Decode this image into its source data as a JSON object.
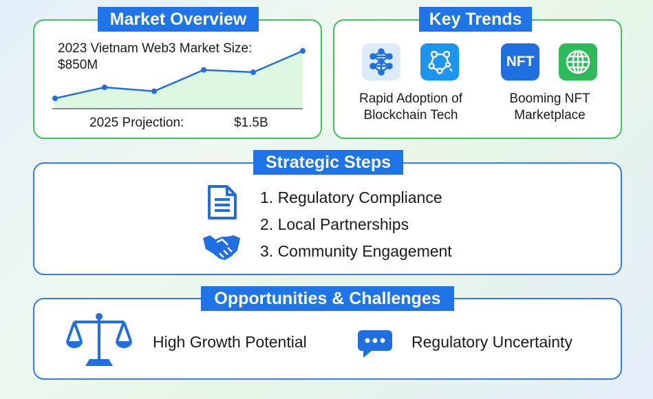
{
  "market_overview": {
    "title": "Market Overview",
    "size_label": "2023 Vietnam Web3 Market Size:",
    "size_value": "$850M",
    "projection_label": "2025 Projection:",
    "projection_value": "$1.5B",
    "chart_data": {
      "type": "line",
      "title": "",
      "xlabel": "",
      "ylabel": "",
      "values": [
        1,
        2.4,
        1.9,
        4.6,
        4.3,
        7
      ],
      "color": "#1f6fe0",
      "fill": "#d4f5d9"
    }
  },
  "key_trends": {
    "title": "Key Trends",
    "items": [
      {
        "label_line1": "Rapid Adoption of",
        "label_line2": "Blockchain Tech",
        "icons": [
          "network-icon",
          "blockchain-nodes-icon"
        ]
      },
      {
        "label_line1": "Booming NFT",
        "label_line2": "Marketplace",
        "icons": [
          "nft-icon",
          "globe-icon"
        ],
        "nft_text": "NFT"
      }
    ]
  },
  "strategic_steps": {
    "title": "Strategic Steps",
    "steps": [
      "1. Regulatory Compliance",
      "2. Local Partnerships",
      "3. Community Engagement"
    ]
  },
  "opportunities": {
    "title": "Opportunities & Challenges",
    "opportunity": "High Growth Potential",
    "challenge": "Regulatory Uncertainty"
  },
  "colors": {
    "accent": "#1f74e8",
    "green": "#3cc35a"
  }
}
